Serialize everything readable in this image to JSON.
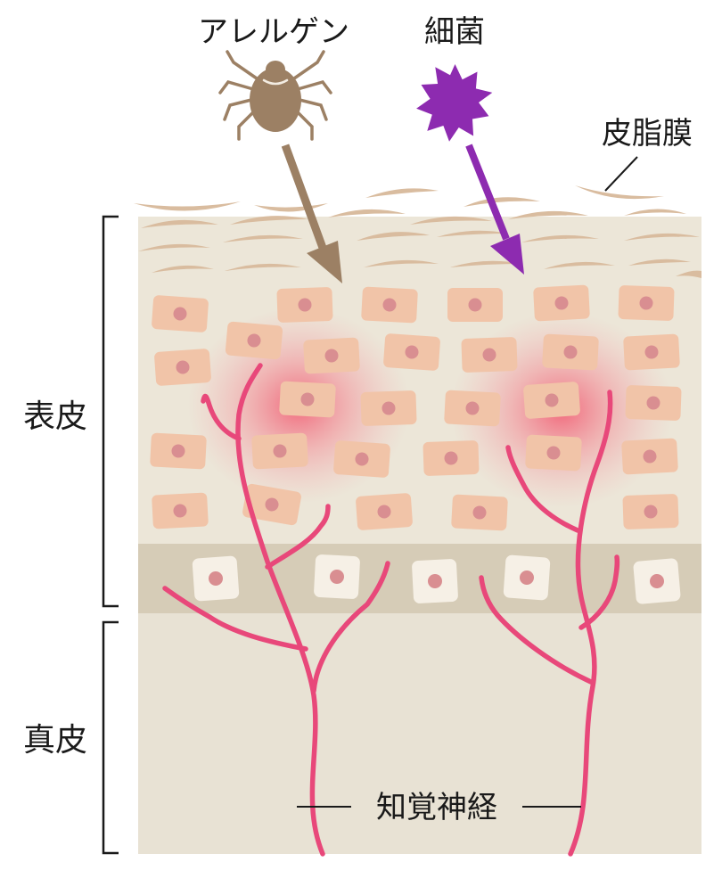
{
  "labels": {
    "allergen": "アレルゲン",
    "bacteria": "細菌",
    "sebum_film": "皮脂膜",
    "epidermis": "表皮",
    "dermis": "真皮",
    "sensory_nerve": "知覚神経"
  },
  "colors": {
    "background": "#ffffff",
    "epidermis_layer": "#ece6d8",
    "basal_layer": "#d6ccb7",
    "dermis_layer": "#e8e2d4",
    "sebum_scale": "#d9bc9f",
    "cell": "#f1c4a8",
    "cell_nucleus": "#d98e91",
    "basal_cell": "#f6f0e6",
    "inflammation": "#f2536c",
    "nerve": "#e8487a",
    "allergen_mite": "#9c8064",
    "allergen_arrow": "#9c8064",
    "bacteria": "#8d2bb0",
    "bacteria_arrow": "#8d2bb0",
    "bracket": "#1a1a1a"
  },
  "icons": {
    "allergen": "mite-icon",
    "bacteria": "bacteria-starburst-icon"
  }
}
